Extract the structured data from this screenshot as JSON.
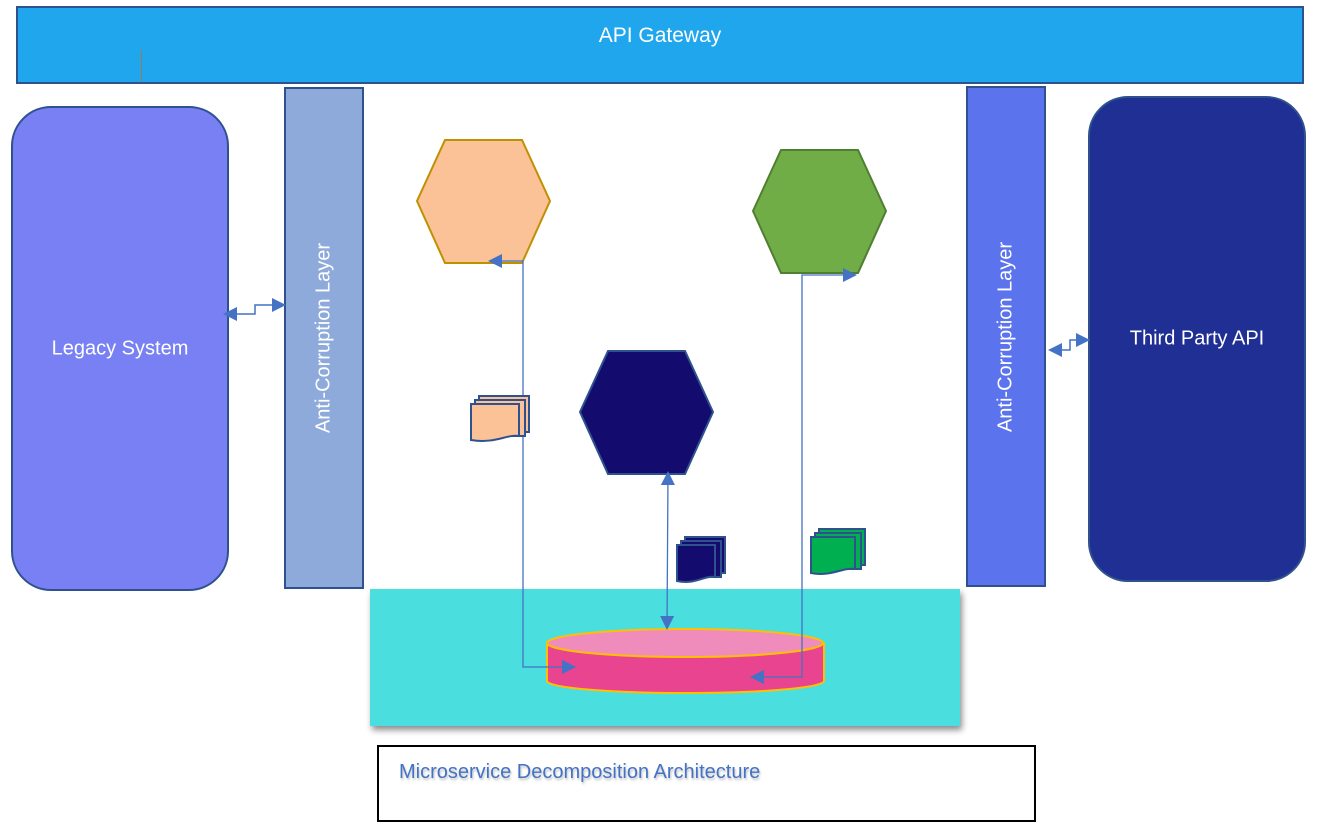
{
  "gateway": {
    "label": "API Gateway"
  },
  "legacy": {
    "label": "Legacy System"
  },
  "third_party": {
    "label": "Third Party API"
  },
  "acl_left": {
    "label": "Anti-Corruption Layer"
  },
  "acl_right": {
    "label": "Anti-Corruption Layer"
  },
  "caption": {
    "text": "Microservice Decomposition Architecture"
  },
  "services": [
    {
      "name": "peach-service",
      "fill": "#fbc197",
      "stroke": "#bf9000"
    },
    {
      "name": "green-service",
      "fill": "#70ad47",
      "stroke": "#507e32"
    },
    {
      "name": "navy-service",
      "fill": "#130c6e",
      "stroke": "#2f528f"
    }
  ],
  "documents": [
    {
      "name": "peach-documents",
      "fill": "#fbc197"
    },
    {
      "name": "navy-documents",
      "fill": "#130c6e"
    },
    {
      "name": "green-documents",
      "fill": "#00b050"
    }
  ],
  "database": {
    "top_fill": "#f08cbc",
    "side_fill": "#e8448f",
    "stroke": "#ffc000"
  },
  "colors": {
    "connector": "#4472c4",
    "gateway": "#1fa6ec",
    "data_layer": "#4bdede"
  }
}
